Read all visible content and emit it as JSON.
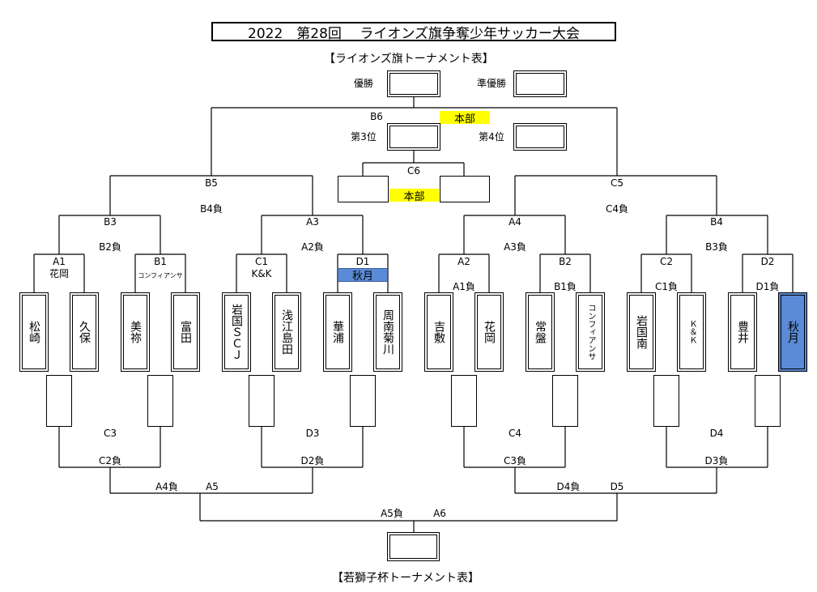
{
  "title": "2022　第28回　 ライオンズ旗争奪少年サッカー大会",
  "lions_header": "【ライオンズ旗トーナメント表】",
  "wakashishi_header": "【若獅子杯トーナメント表】",
  "podium": {
    "first": "優勝",
    "second": "準優勝",
    "third": "第3位",
    "fourth": "第4位"
  },
  "hq_label": "本部",
  "matches": {
    "A1": "A1",
    "B1": "B1",
    "C1": "C1",
    "D1": "D1",
    "A2": "A2",
    "B2": "B2",
    "C2": "C2",
    "D2": "D2",
    "A3": "A3",
    "A4": "A4",
    "B3": "B3",
    "B4": "B4",
    "B5": "B5",
    "C5": "C5",
    "B6": "B6",
    "C6": "C6",
    "C3": "C3",
    "C4": "C4",
    "D3": "D3",
    "D4": "D4",
    "A5": "A5",
    "D5": "D5",
    "A6": "A6"
  },
  "hosts": {
    "A1": "花岡",
    "B1": "コンフィアンサ",
    "C1": "K&K",
    "D1": "秋月"
  },
  "loser_labels": {
    "B4_lose": "B4負",
    "C4_lose": "C4負",
    "B2_lose": "B2負",
    "A2_lose": "A2負",
    "A3_lose": "A3負",
    "B3_lose": "B3負",
    "A1_lose": "A1負",
    "B1_lose": "B1負",
    "C1_lose": "C1負",
    "D1_lose": "D1負",
    "C2_lose": "C2負",
    "D2_lose": "D2負",
    "C3_lose": "C3負",
    "D3_lose": "D3負",
    "A4_lose": "A4負",
    "D4_lose": "D4負",
    "A5_lose": "A5負"
  },
  "teams": [
    "松崎",
    "久保",
    "美祢",
    "富田",
    "岩国ＳＣＪ",
    "浅江島田",
    "華浦",
    "周南菊川",
    "吉敷",
    "花岡",
    "常盤",
    "コンフィアンサ",
    "岩国南",
    "Ｋ＆Ｋ",
    "豊井",
    "秋月"
  ],
  "highlight_color": "#5b8bd6",
  "hq_color": "#ffff00"
}
